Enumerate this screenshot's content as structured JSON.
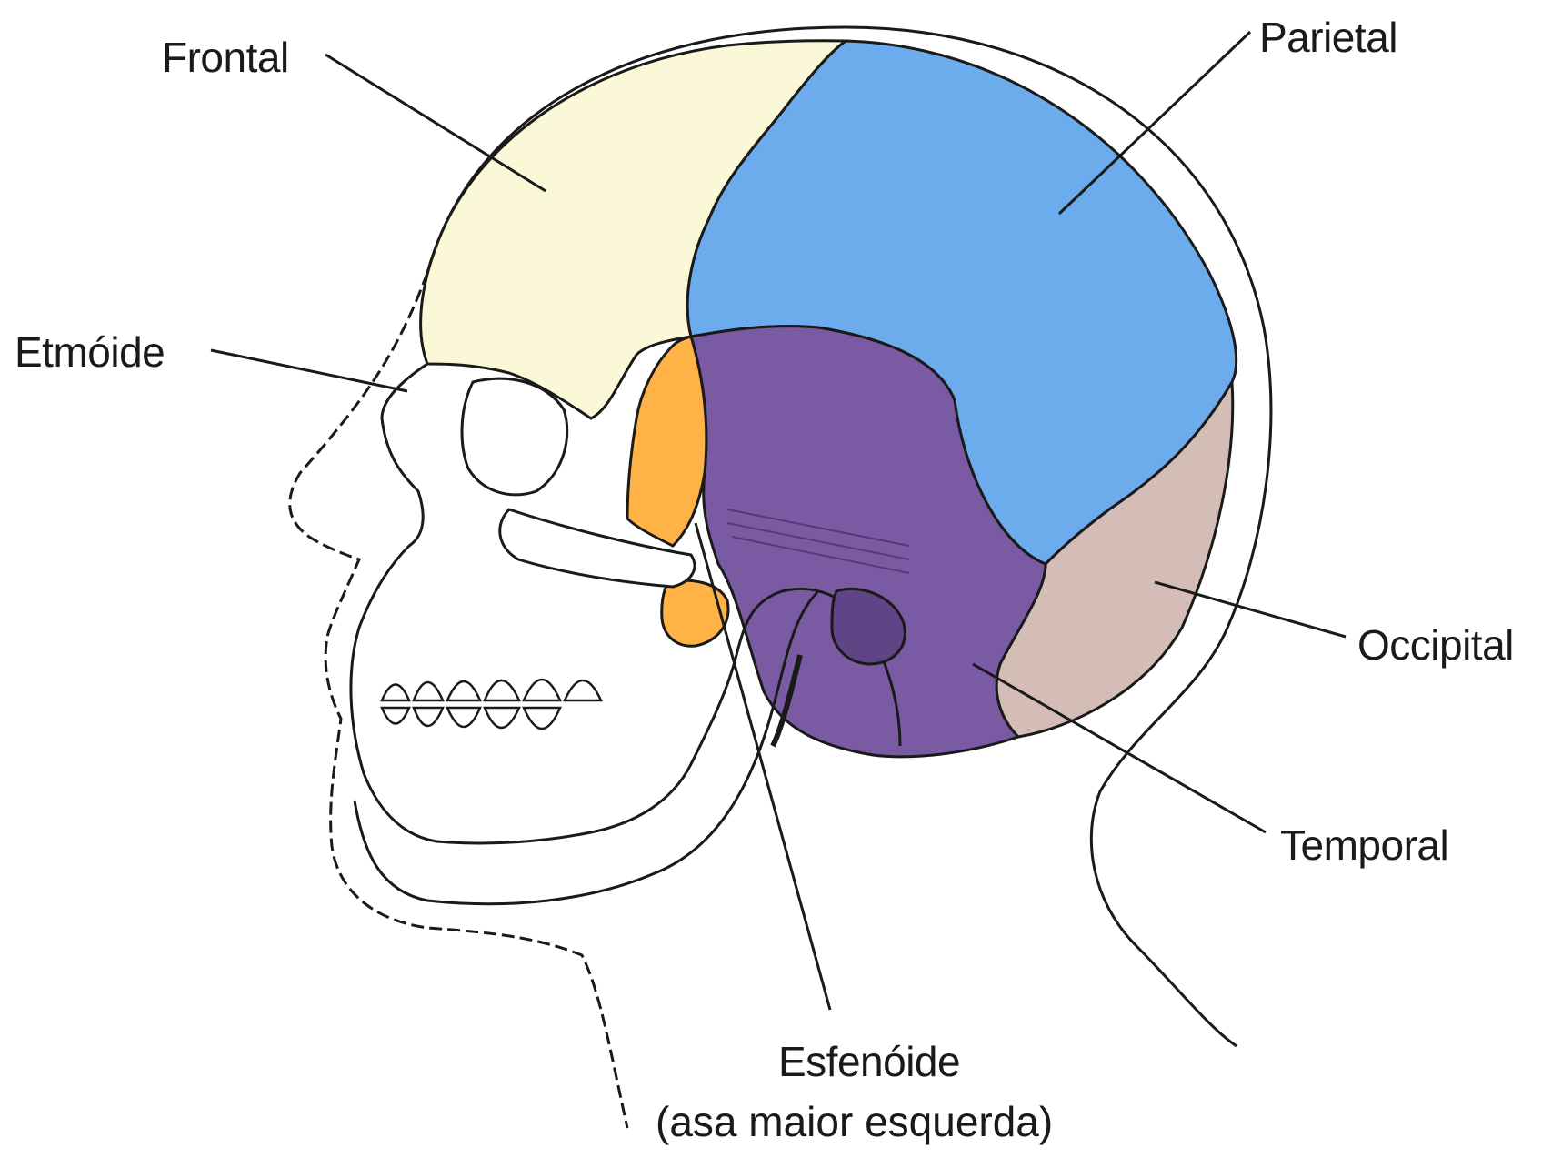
{
  "labels": {
    "frontal": "Frontal",
    "parietal": "Parietal",
    "etmoide": "Etmóide",
    "occipital": "Occipital",
    "temporal": "Temporal",
    "esfenoide": "Esfenóide",
    "esfenoide_sub": "(asa maior esquerda)"
  },
  "colors": {
    "frontal": "#fbf8d8",
    "parietal": "#6cacec",
    "esfenoide": "#ffb347",
    "temporal": "#7a5ba3",
    "occipital": "#d4bdb6",
    "outline": "#1a1a1a"
  }
}
